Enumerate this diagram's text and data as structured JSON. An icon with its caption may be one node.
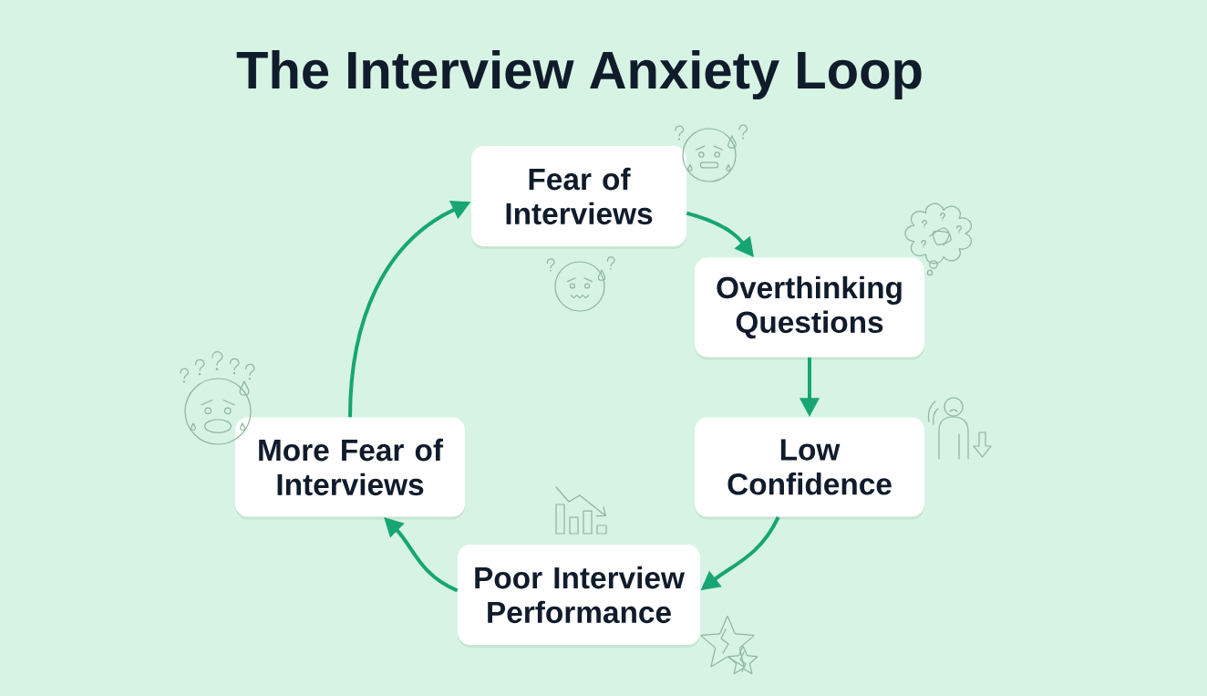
{
  "diagram": {
    "title": "The Interview Anxiety Loop",
    "nodes": [
      {
        "text": [
          "Fear of Interviews"
        ]
      },
      {
        "text": [
          "Overthinking Questions"
        ]
      },
      {
        "text": [
          "Low Confidence"
        ]
      },
      {
        "text": [
          "Poor Interview Performance"
        ]
      },
      {
        "text": [
          "More Fear of Interviews"
        ]
      }
    ],
    "edges": [
      {
        "from": 0,
        "to": 1,
        "arrow": "to"
      },
      {
        "from": 1,
        "to": 2,
        "arrow": "to"
      },
      {
        "from": 2,
        "to": 3,
        "arrow": "to"
      },
      {
        "from": 3,
        "to": 4,
        "arrow": "to"
      },
      {
        "from": 4,
        "to": 0,
        "arrow": "to"
      }
    ]
  }
}
